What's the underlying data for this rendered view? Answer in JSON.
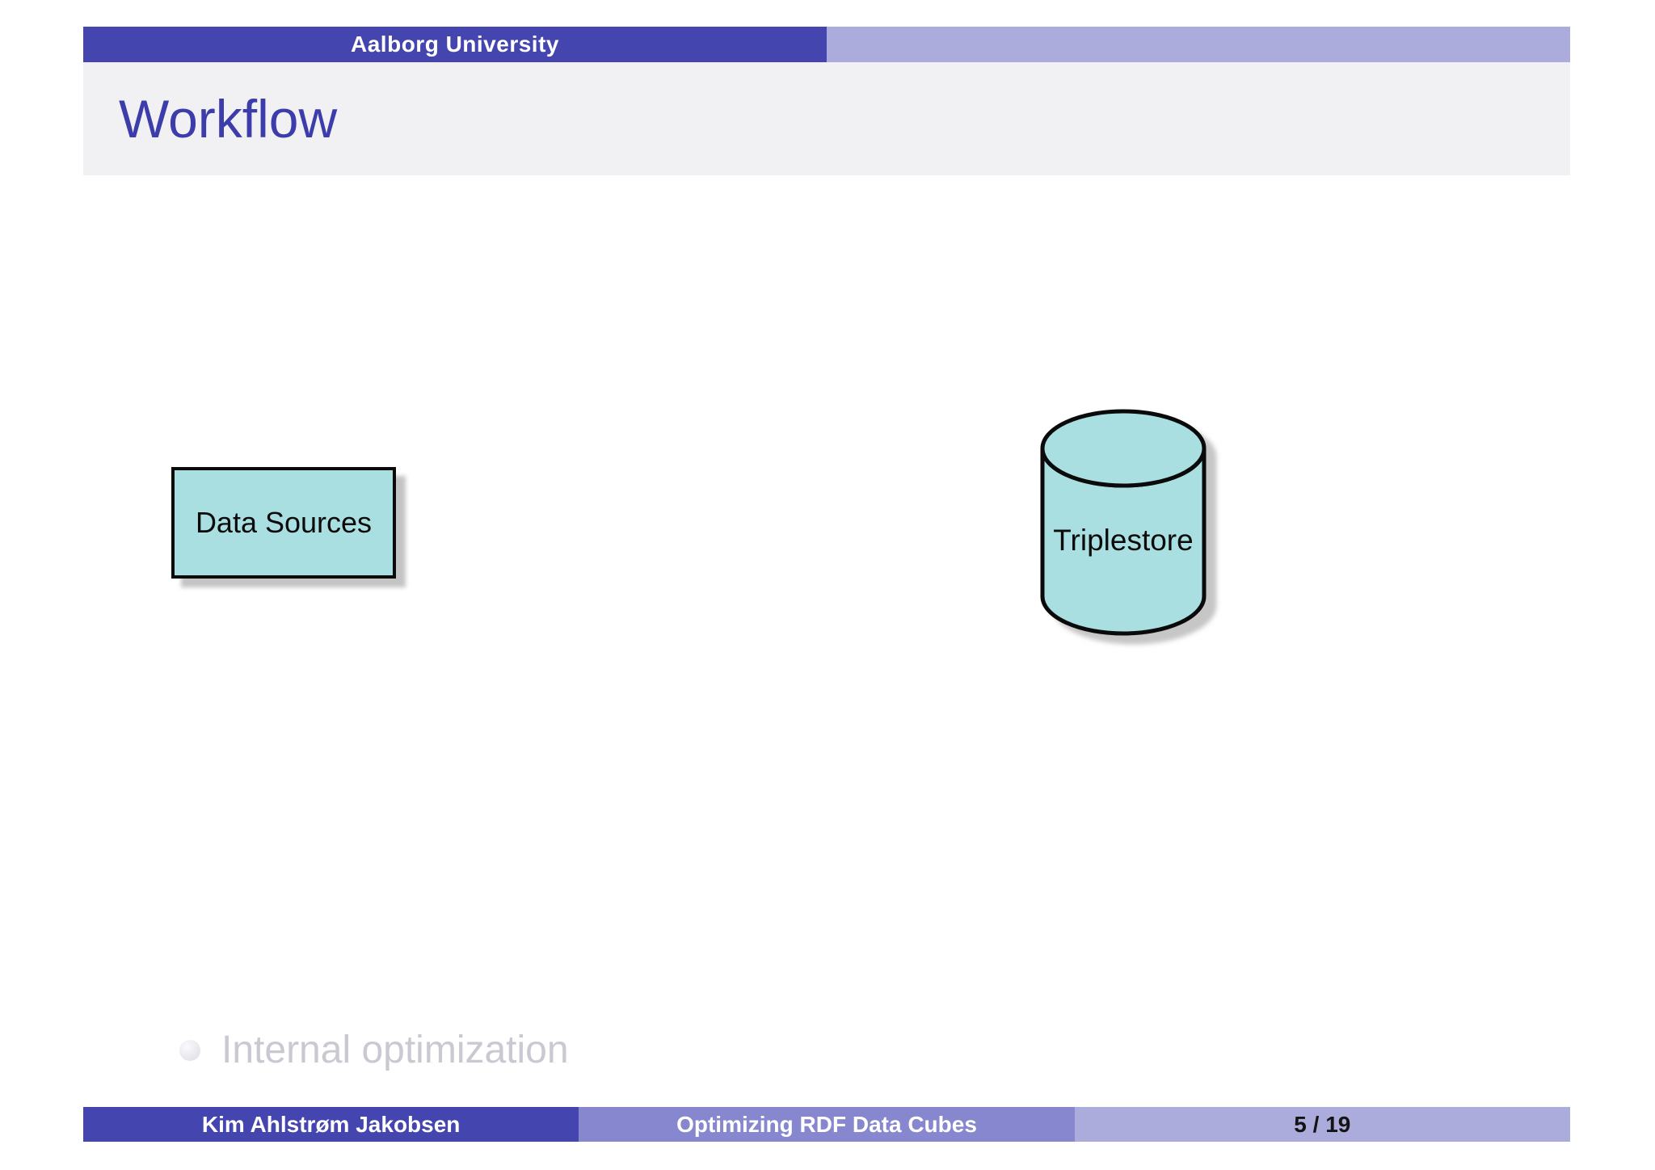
{
  "header": {
    "institute": "Aalborg University"
  },
  "slide_title": "Workflow",
  "diagram": {
    "nodes": [
      {
        "id": "data-sources",
        "shape": "rectangle",
        "label": "Data Sources"
      },
      {
        "id": "triplestore",
        "shape": "cylinder",
        "label": "Triplestore"
      }
    ]
  },
  "bullets": [
    {
      "label": "Internal optimization",
      "dimmed": true
    }
  ],
  "footer": {
    "author": "Kim Ahlstrøm Jakobsen",
    "presentation_title": "Optimizing RDF Data Cubes",
    "page_indicator": "5 / 19"
  },
  "colors": {
    "structure_dark": "#4545b0",
    "structure_mid": "#8787cf",
    "structure_light": "#acacdc",
    "title_text": "#3c3caa",
    "title_band_bg": "#f1f0f2",
    "node_fill": "#aadfe2",
    "node_border": "#0a0a0a",
    "dimmed_text": "#c9c9d1"
  }
}
